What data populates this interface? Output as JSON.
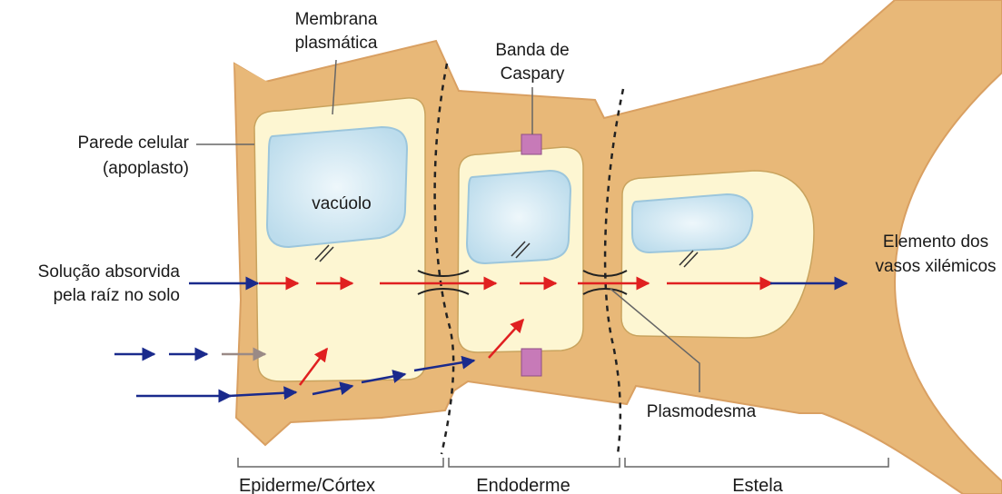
{
  "labels": {
    "membrana_line1": "Membrana",
    "membrana_line2": "plasmática",
    "banda_line1": "Banda de",
    "banda_line2": "Caspary",
    "parede_line1": "Parede celular",
    "parede_line2": "(apoplasto)",
    "vacuolo": "vacúolo",
    "solucao_line1": "Solução absorvida",
    "solucao_line2": "pela raíz no solo",
    "elemento_line1": "Elemento dos",
    "elemento_line2": "vasos xilémicos",
    "plasmodesma": "Plasmodesma"
  },
  "regions": [
    "Epiderme/Córtex",
    "Endoderme",
    "Estela"
  ],
  "colors": {
    "wall": "#e8b878",
    "wall_edge": "#d9a062",
    "cytoplasm": "#fdf6d2",
    "vacuole": "#cfe6f2",
    "vacuole_edge": "#9cc6dc",
    "caspary": "#c77ab8",
    "symplast_arrow": "#e02020",
    "apoplast_arrow": "#1a2a8c"
  }
}
